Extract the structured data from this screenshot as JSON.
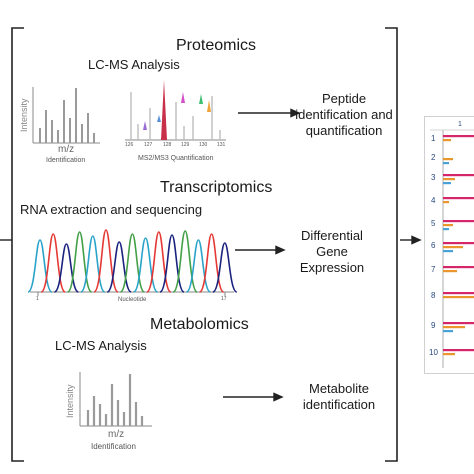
{
  "proteomics": {
    "title": "Proteomics",
    "method": "LC-MS Analysis",
    "spectrum": {
      "ylabel": "Intensity",
      "xlabel": "m/z",
      "caption": "Identification"
    },
    "ms2ms3": {
      "ticks": [
        "126",
        "127",
        "128",
        "129",
        "130",
        "131"
      ],
      "caption": "MS2/MS3 Quantification",
      "colors": [
        "#c8304a",
        "#5b8fd8",
        "#3dbd6e",
        "#d24fc9",
        "#f0a23b",
        "#9b6ad4"
      ]
    },
    "output": "Peptide identification and quantification",
    "output_lines": [
      "Peptide",
      "identification and",
      "quantification"
    ]
  },
  "transcriptomics": {
    "title": "Transcriptomics",
    "method": "RNA extraction and sequencing",
    "chromatogram": {
      "xlabel": "Nucleotide",
      "tick_start": "1",
      "tick_end": "17",
      "colors": [
        "#2aa3c9",
        "#e53935",
        "#1a237e",
        "#43a047"
      ]
    },
    "output": "Differential Gene Expression",
    "output_lines": [
      "Differential",
      "Gene",
      "Expression"
    ]
  },
  "metabolomics": {
    "title": "Metabolomics",
    "method": "LC-MS Analysis",
    "spectrum": {
      "ylabel": "Intensity",
      "xlabel": "m/z",
      "caption": "Identification"
    },
    "output": "Metabolite identification",
    "output_lines": [
      "Metabolite",
      "identification"
    ]
  },
  "integration_chart": {
    "top_tick": "1",
    "row_labels": [
      "1",
      "2",
      "3",
      "4",
      "5",
      "6",
      "7",
      "8",
      "9",
      "10"
    ],
    "colors": {
      "magenta": "#d6266a",
      "orange": "#e9962e",
      "blue": "#4aa1d6"
    }
  }
}
